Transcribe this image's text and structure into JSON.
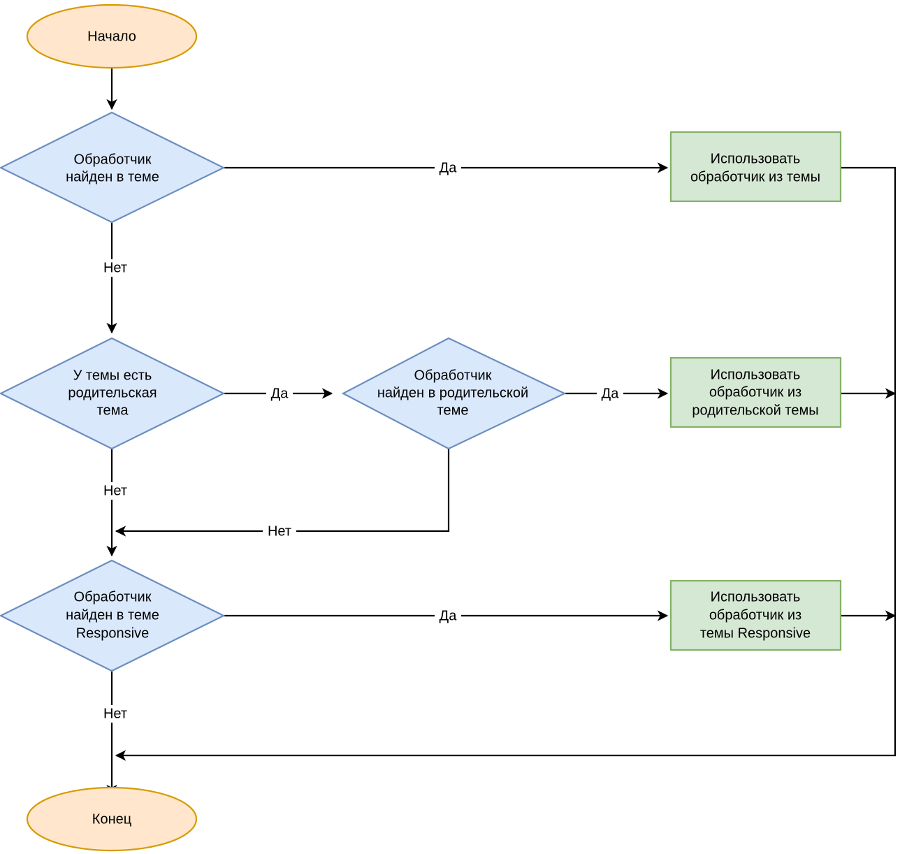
{
  "diagram": {
    "type": "flowchart",
    "language": "ru",
    "direction": "top-to-bottom",
    "colors": {
      "terminator_fill": "#ffe6cc",
      "terminator_stroke": "#d79b00",
      "decision_fill": "#dae8fc",
      "decision_stroke": "#6c8ebf",
      "process_fill": "#d5e8d4",
      "process_stroke": "#82b366",
      "edge_stroke": "#000000",
      "text": "#000000",
      "background": "#ffffff"
    },
    "nodes": [
      {
        "id": "start",
        "shape": "ellipse",
        "label": "Начало",
        "lines": [
          "Начало"
        ]
      },
      {
        "id": "decision-theme",
        "shape": "diamond",
        "label": "Обработчик найден в теме",
        "lines": [
          "Обработчик",
          "найден в теме"
        ]
      },
      {
        "id": "process-theme",
        "shape": "rectangle",
        "label": "Использовать обработчик из темы",
        "lines": [
          "Использовать",
          "обработчик из темы"
        ]
      },
      {
        "id": "decision-parent-exists",
        "shape": "diamond",
        "label": "У темы есть родительская тема",
        "lines": [
          "У темы есть",
          "родительская",
          "тема"
        ]
      },
      {
        "id": "decision-parent-handler",
        "shape": "diamond",
        "label": "Обработчик найден в родительской теме",
        "lines": [
          "Обработчик",
          "найден в родительской",
          "теме"
        ]
      },
      {
        "id": "process-parent",
        "shape": "rectangle",
        "label": "Использовать обработчик из родительской темы",
        "lines": [
          "Использовать",
          "обработчик из",
          "родительской темы"
        ]
      },
      {
        "id": "decision-responsive",
        "shape": "diamond",
        "label": "Обработчик найден в теме Responsive",
        "lines": [
          "Обработчик",
          "найден в теме",
          "Responsive"
        ]
      },
      {
        "id": "process-responsive",
        "shape": "rectangle",
        "label": "Использовать обработчик из темы Responsive",
        "lines": [
          "Использовать",
          "обработчик из",
          "темы Responsive"
        ]
      },
      {
        "id": "end",
        "shape": "ellipse",
        "label": "Конец",
        "lines": [
          "Конец"
        ]
      }
    ],
    "edges": [
      {
        "id": "e-start-theme",
        "from": "start",
        "to": "decision-theme",
        "label": ""
      },
      {
        "id": "e-theme-yes",
        "from": "decision-theme",
        "to": "process-theme",
        "label": "Да"
      },
      {
        "id": "e-theme-no",
        "from": "decision-theme",
        "to": "decision-parent-exists",
        "label": "Нет"
      },
      {
        "id": "e-parent-exists-yes",
        "from": "decision-parent-exists",
        "to": "decision-parent-handler",
        "label": "Да"
      },
      {
        "id": "e-parent-exists-no",
        "from": "decision-parent-exists",
        "to": "decision-responsive",
        "label": "Нет"
      },
      {
        "id": "e-parent-handler-yes",
        "from": "decision-parent-handler",
        "to": "process-parent",
        "label": "Да"
      },
      {
        "id": "e-parent-handler-no",
        "from": "decision-parent-handler",
        "to": "decision-responsive",
        "label": "Нет"
      },
      {
        "id": "e-responsive-yes",
        "from": "decision-responsive",
        "to": "process-responsive",
        "label": "Да"
      },
      {
        "id": "e-responsive-no",
        "from": "decision-responsive",
        "to": "end",
        "label": "Нет"
      },
      {
        "id": "e-process-theme-end",
        "from": "process-theme",
        "to": "end",
        "label": ""
      },
      {
        "id": "e-process-parent-end",
        "from": "process-parent",
        "to": "end",
        "label": ""
      },
      {
        "id": "e-process-responsive-end",
        "from": "process-responsive",
        "to": "end",
        "label": ""
      }
    ]
  }
}
